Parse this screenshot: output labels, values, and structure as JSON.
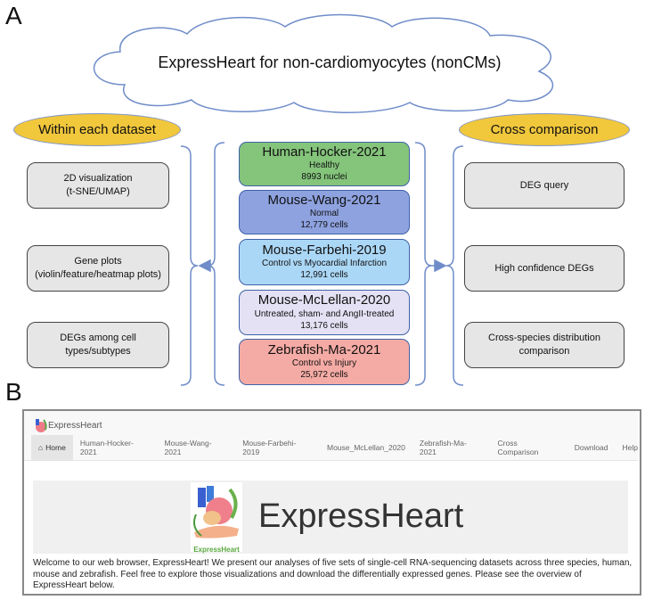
{
  "panel_a": {
    "letter": "A",
    "title": "ExpressHeart for non-cardiomyocytes (nonCMs)",
    "left_header": "Within each dataset",
    "right_header": "Cross comparison",
    "left_items": [
      {
        "line1": "2D visualization",
        "line2": "(t-SNE/UMAP)"
      },
      {
        "line1": "Gene plots",
        "line2": "(violin/feature/heatmap plots)"
      },
      {
        "line1": "DEGs among cell types/subtypes",
        "line2": ""
      }
    ],
    "right_items": [
      "DEG query",
      "High confidence DEGs",
      "Cross-species distribution comparison"
    ],
    "datasets": [
      {
        "name": "Human-Hocker-2021",
        "condition": "Healthy",
        "count": "8993 nuclei",
        "color": "#84c47b"
      },
      {
        "name": "Mouse-Wang-2021",
        "condition": "Normal",
        "count": "12,779 cells",
        "color": "#8ea2e0"
      },
      {
        "name": "Mouse-Farbehi-2019",
        "condition": "Control vs Myocardial Infarction",
        "count": "12,991 cells",
        "color": "#abd7f6"
      },
      {
        "name": "Mouse-McLellan-2020",
        "condition": "Untreated, sham- and AngII-treated",
        "count": "13,176 cells",
        "color": "#e3e1f3"
      },
      {
        "name": "Zebrafish-Ma-2021",
        "condition": "Control vs Injury",
        "count": "25,972 cells",
        "color": "#f5aba5"
      }
    ]
  },
  "panel_b": {
    "letter": "B",
    "brand": "ExpressHeart",
    "nav": [
      "Home",
      "Human-Hocker-2021",
      "Mouse-Wang-2021",
      "Mouse-Farbehi-2019",
      "Mouse_McLellan_2020",
      "Zebrafish-Ma-2021",
      "Cross Comparison",
      "Download",
      "Help"
    ],
    "hero_title": "ExpressHeart",
    "logo_caption": "ExpressHeart",
    "welcome": "Welcome to our web browser, ExpressHeart! We present our analyses of five sets of single-cell RNA-sequencing datasets across three species, human, mouse and zebrafish. Feel free to explore those visualizations and download the differentially expressed genes. Please see the overview of ExpressHeart below."
  }
}
